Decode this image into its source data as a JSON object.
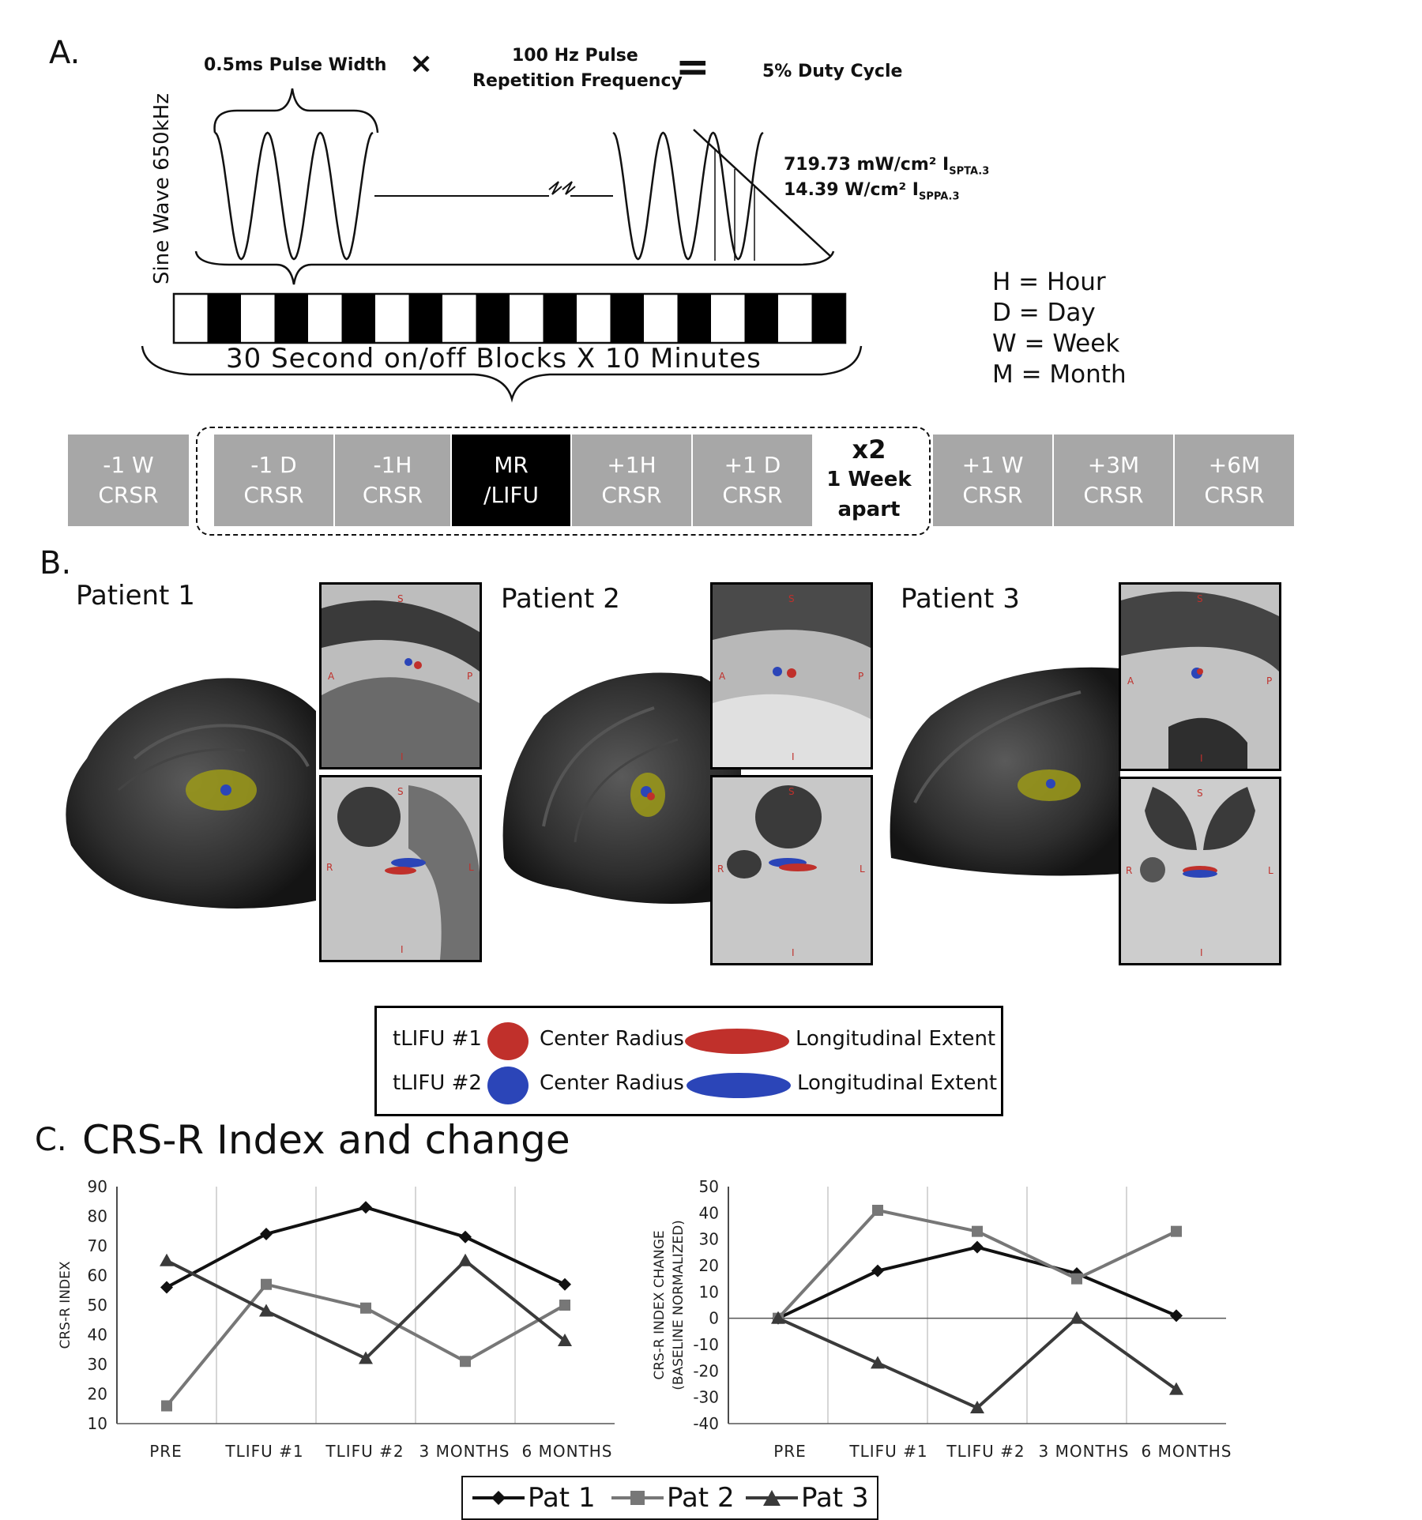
{
  "panel_a": {
    "label": "A.",
    "pulse_width": "0.5ms Pulse Width",
    "times_sign": "×",
    "prf_line1": "100 Hz Pulse",
    "prf_line2": "Repetition Frequency",
    "equals_sign": "=",
    "duty_cycle": "5% Duty Cycle",
    "sine_wave": "Sine Wave 650kHz",
    "ispta_value": "719.73 mW/cm² I",
    "ispta_sub": "SPTA.3",
    "isppa_value": "14.39 W/cm² I",
    "isppa_sub": "SPPA.3",
    "blocks_label": "30 Second on/off Blocks X 10 Minutes",
    "abbreviations": [
      "H = Hour",
      "D = Day",
      "W = Week",
      "M = Month"
    ],
    "timeline": [
      {
        "top": "-1 W",
        "bottom": "CRSR"
      },
      {
        "top": "-1 D",
        "bottom": "CRSR"
      },
      {
        "top": "-1H",
        "bottom": "CRSR"
      },
      {
        "top": "MR",
        "bottom": "/LIFU"
      },
      {
        "top": "+1H",
        "bottom": "CRSR"
      },
      {
        "top": "+1 D",
        "bottom": "CRSR"
      },
      {
        "top": "+1 W",
        "bottom": "CRSR"
      },
      {
        "top": "+3M",
        "bottom": "CRSR"
      },
      {
        "top": "+6M",
        "bottom": "CRSR"
      }
    ],
    "repeat_x2": "x2",
    "repeat_line2": "1 Week",
    "repeat_line3": "apart"
  },
  "panel_b": {
    "label": "B.",
    "patients": [
      "Patient 1",
      "Patient 2",
      "Patient 3"
    ],
    "orientation": {
      "S": "S",
      "A": "A",
      "P": "P",
      "I": "I",
      "R": "R",
      "L": "L"
    },
    "legend": {
      "row1_label": "tLIFU #1",
      "row2_label": "tLIFU #2",
      "center_radius": "Center Radius",
      "longitudinal_extent": "Longitudinal Extent",
      "color1": "#c0302b",
      "color2": "#2b45b8"
    }
  },
  "panel_c": {
    "label": "C.",
    "title": "CRS-R Index and change",
    "legend": [
      "Pat 1",
      "Pat 2",
      "Pat 3"
    ]
  },
  "chart_data": [
    {
      "type": "line",
      "categories": [
        "PRE",
        "TLIFU #1",
        "TLIFU #2",
        "3 MONTHS",
        "6 MONTHS"
      ],
      "ylabel": "CRS-R INDEX",
      "ylim": [
        10,
        90
      ],
      "yticks": [
        10,
        20,
        30,
        40,
        50,
        60,
        70,
        80,
        90
      ],
      "series": [
        {
          "name": "Pat 1",
          "values": [
            56,
            74,
            83,
            73,
            57
          ],
          "color": "#111111",
          "marker": "diamond"
        },
        {
          "name": "Pat 2",
          "values": [
            16,
            57,
            49,
            31,
            50
          ],
          "color": "#777777",
          "marker": "square"
        },
        {
          "name": "Pat 3",
          "values": [
            65,
            48,
            32,
            65,
            38
          ],
          "color": "#3a3a3a",
          "marker": "triangle"
        }
      ]
    },
    {
      "type": "line",
      "categories": [
        "PRE",
        "TLIFU #1",
        "TLIFU #2",
        "3 MONTHS",
        "6 MONTHS"
      ],
      "ylabel": "CRS-R INDEX CHANGE (BASELINE NORMALIZED)",
      "ylabel_line1": "CRS-R INDEX CHANGE",
      "ylabel_line2": "(BASELINE NORMALIZED)",
      "ylim": [
        -40,
        50
      ],
      "yticks": [
        -40,
        -30,
        -20,
        -10,
        0,
        10,
        20,
        30,
        40,
        50
      ],
      "series": [
        {
          "name": "Pat 1",
          "values": [
            0,
            18,
            27,
            17,
            1
          ],
          "color": "#111111",
          "marker": "diamond"
        },
        {
          "name": "Pat 2",
          "values": [
            0,
            41,
            33,
            15,
            33
          ],
          "color": "#777777",
          "marker": "square"
        },
        {
          "name": "Pat 3",
          "values": [
            0,
            -17,
            -34,
            0,
            -27
          ],
          "color": "#3a3a3a",
          "marker": "triangle"
        }
      ]
    }
  ]
}
